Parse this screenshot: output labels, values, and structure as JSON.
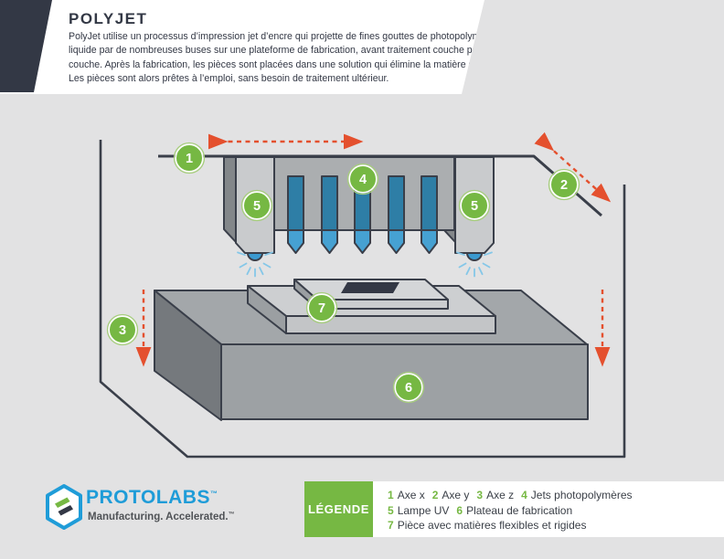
{
  "header": {
    "title": "POLYJET",
    "description_lines": [
      "PolyJet utilise un processus d’impression jet d’encre qui projette de fines gouttes de photopolymère",
      "liquide par de nombreuses buses sur une plateforme de fabrication, avant traitement couche par",
      "couche. Après la fabrication, les pièces sont placées dans une solution qui élimine la matière support.",
      "Les pièces sont alors prêtes à l’emploi, sans besoin de traitement ultérieur."
    ]
  },
  "diagram": {
    "markers": [
      "1",
      "2",
      "3",
      "4",
      "5",
      "5",
      "6",
      "7"
    ]
  },
  "brand": {
    "name": "PROTOLABS",
    "name_tm": "™",
    "tagline": "Manufacturing. Accelerated.",
    "tagline_tm": "™"
  },
  "legend": {
    "title": "LÉGENDE",
    "rows": [
      [
        {
          "num": "1",
          "label": "Axe x"
        },
        {
          "num": "2",
          "label": "Axe y"
        },
        {
          "num": "3",
          "label": "Axe z"
        },
        {
          "num": "4",
          "label": "Jets photopolymères"
        }
      ],
      [
        {
          "num": "5",
          "label": "Lampe UV"
        },
        {
          "num": "6",
          "label": "Plateau de fabrication"
        }
      ],
      [
        {
          "num": "7",
          "label": "Pièce avec matières flexibles et rigides"
        }
      ]
    ]
  },
  "colors": {
    "navy": "#333845",
    "background_gray": "#e2e2e3",
    "accent_green": "#76b843",
    "arrow_red": "#e4502e",
    "brand_blue": "#1f9cd8",
    "jet_dark_blue": "#2e7ea6",
    "jet_light_blue": "#46a1d2",
    "uv_glow_blue": "#85c7e8"
  }
}
